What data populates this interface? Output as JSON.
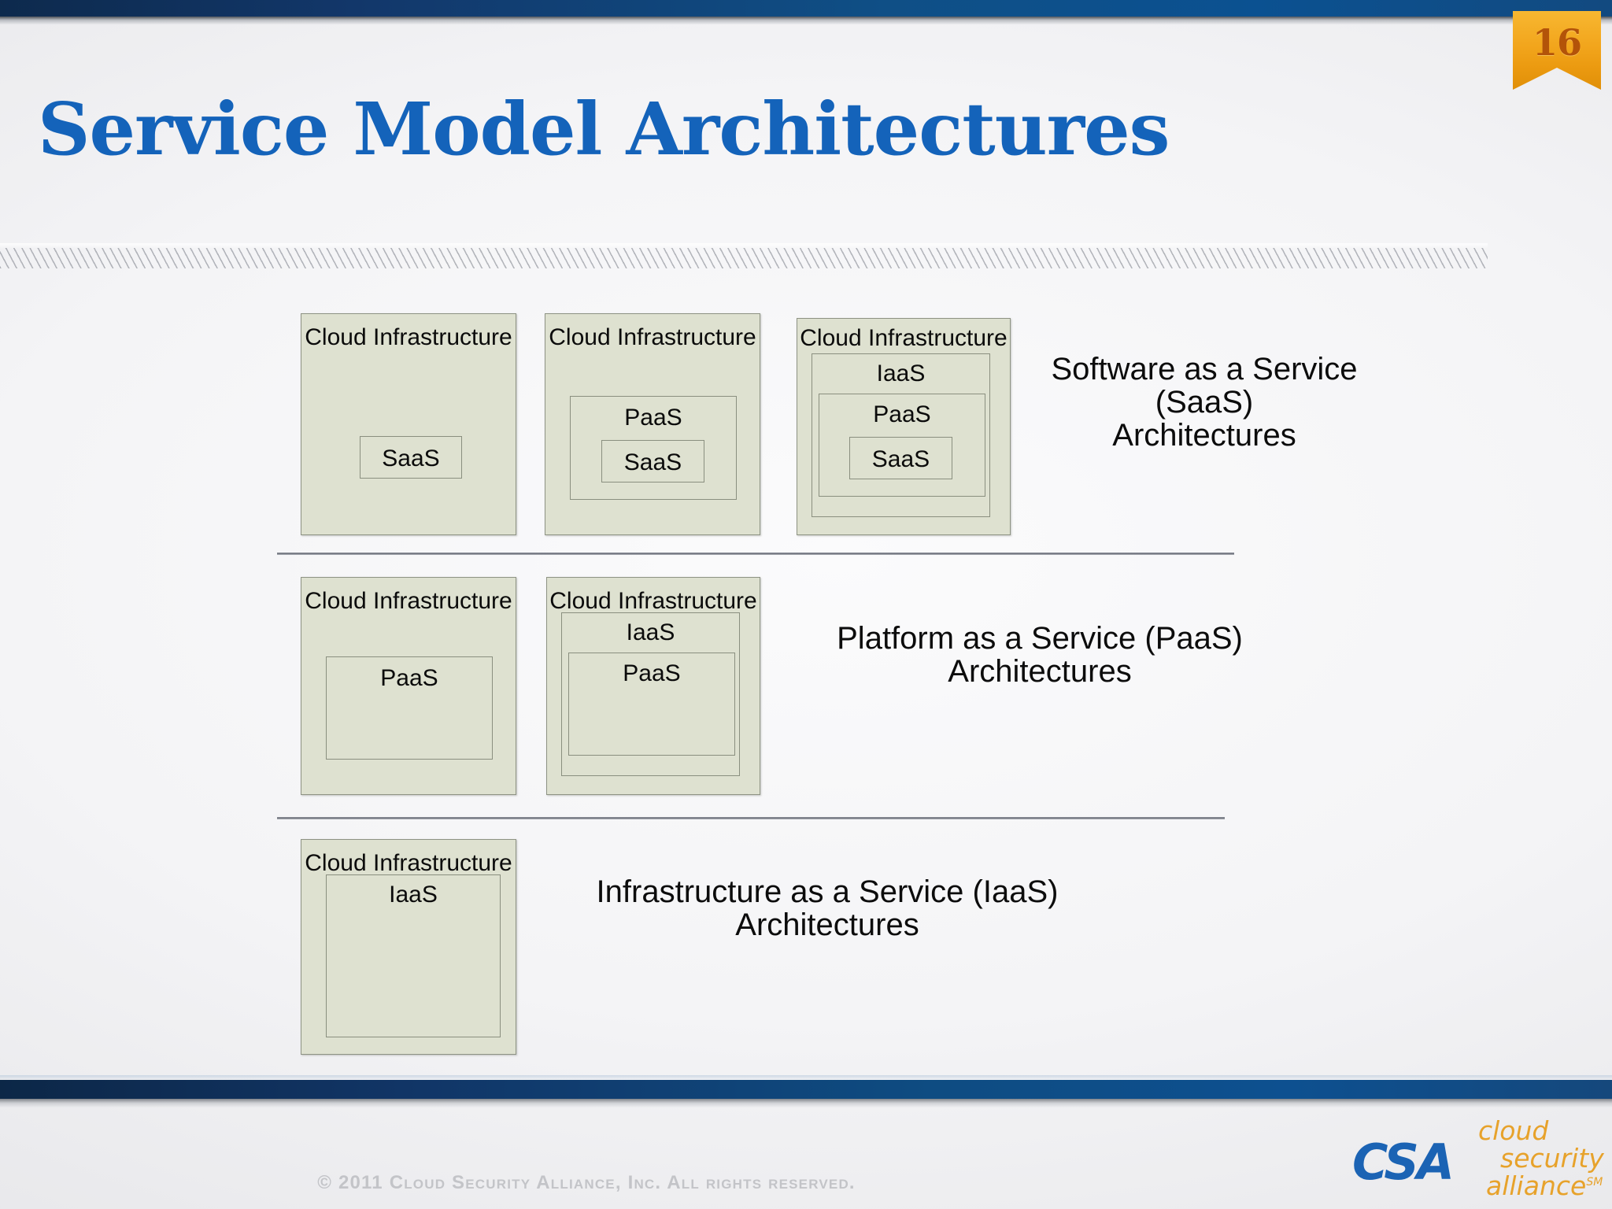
{
  "slide": {
    "title": "Service Model Architectures",
    "page_number": "16",
    "title_color": "#1463ba",
    "accent_orange": "#f2a51c",
    "box_fill": "#dee1d0",
    "box_border": "#8e9384"
  },
  "labels": {
    "cloud_infrastructure": "Cloud Infrastructure",
    "iaas": "IaaS",
    "paas": "PaaS",
    "saas": "SaaS"
  },
  "rows": [
    {
      "id": "saas-row",
      "description_lines": [
        "Software as a Service",
        "(SaaS)",
        "Architectures"
      ],
      "diagrams": [
        {
          "id": "saas-d1",
          "outer": "Cloud Infrastructure",
          "stack": [
            "SaaS"
          ]
        },
        {
          "id": "saas-d2",
          "outer": "Cloud Infrastructure",
          "stack": [
            "PaaS",
            "SaaS"
          ]
        },
        {
          "id": "saas-d3",
          "outer": "Cloud Infrastructure",
          "stack": [
            "IaaS",
            "PaaS",
            "SaaS"
          ]
        }
      ]
    },
    {
      "id": "paas-row",
      "description_lines": [
        "Platform as a Service (PaaS)",
        "Architectures"
      ],
      "diagrams": [
        {
          "id": "paas-d1",
          "outer": "Cloud Infrastructure",
          "stack": [
            "PaaS"
          ]
        },
        {
          "id": "paas-d2",
          "outer": "Cloud Infrastructure",
          "stack": [
            "IaaS",
            "PaaS"
          ]
        }
      ]
    },
    {
      "id": "iaas-row",
      "description_lines": [
        "Infrastructure as a Service (IaaS)",
        "Architectures"
      ],
      "diagrams": [
        {
          "id": "iaas-d1",
          "outer": "Cloud Infrastructure",
          "stack": [
            "IaaS"
          ]
        }
      ]
    }
  ],
  "footer": {
    "copyright": "© 2011 Cloud Security Alliance, Inc. All rights reserved.",
    "logo": {
      "mark": "CSA",
      "line1": "cloud",
      "line2": "security",
      "line3": "alliance",
      "service_mark": "SM"
    }
  }
}
